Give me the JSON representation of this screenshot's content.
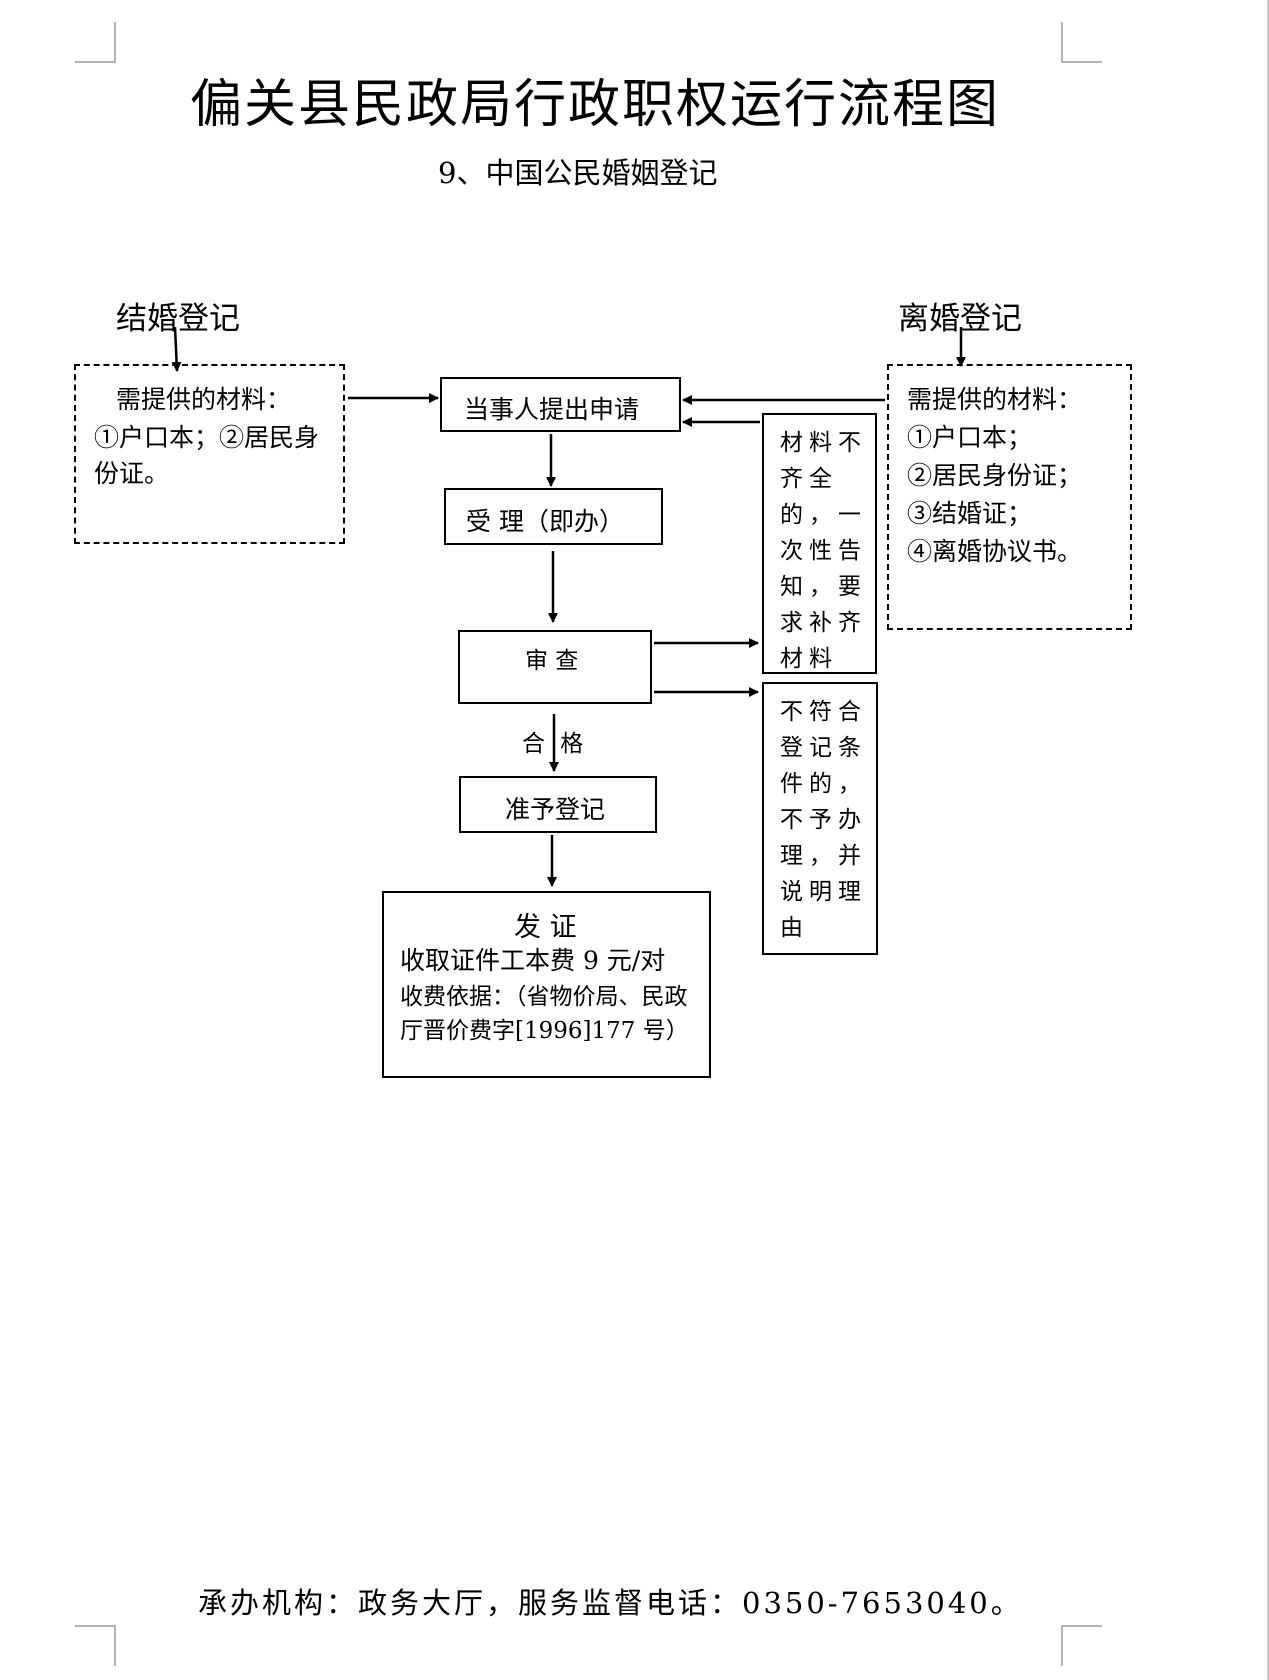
{
  "title": "偏关县民政局行政职权运行流程图",
  "subtitle": "9、中国公民婚姻登记",
  "marriage": {
    "caption": "结婚登记",
    "materials_label": "需提供的材料：",
    "materials_line1": "①户口本；②居民身",
    "materials_line2": "份证。"
  },
  "divorce": {
    "caption": "离婚登记",
    "materials_label": "需提供的材料：",
    "items": [
      "①户口本；",
      "②居民身份证；",
      "③结婚证；",
      "④离婚协议书。"
    ]
  },
  "steps": {
    "apply": "当事人提出申请",
    "accept": "受 理（即办）",
    "review": "审  查",
    "qualified": "合 格",
    "approve": "准予登记",
    "issue_title": "发 证",
    "issue_fee": "收取证件工本费 9 元/对",
    "issue_basis_line1": "收费依据：（省物价局、民政",
    "issue_basis_line2": "厅晋价费字[1996]177 号）"
  },
  "side_notes": {
    "incomplete": "材料不齐全的，一次性告知，要求补齐材料",
    "rejected": "不符合登记条件的，不予办理，并说明理由"
  },
  "footer": "承办机构：政务大厅，服务监督电话：0350-7653040。"
}
